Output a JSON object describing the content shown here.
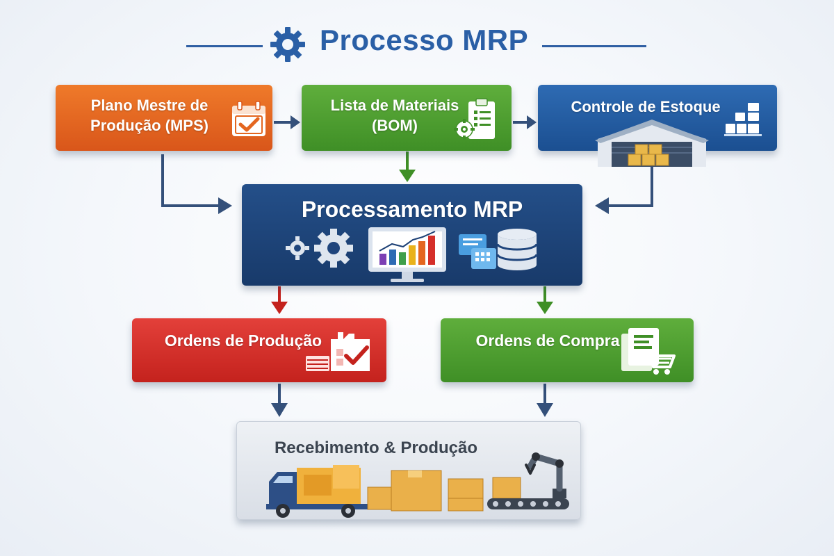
{
  "title": "Processo MRP",
  "nodes": {
    "mps": "Plano Mestre de Produção (MPS)",
    "bom": "Lista de Materiais (BOM)",
    "stock": "Controle de Estoque",
    "processing": "Processamento MRP",
    "production_orders": "Ordens de Produção",
    "purchase_orders": "Ordens de Compra",
    "receiving": "Recebimento & Produção"
  },
  "colors": {
    "title": "#2a5fa6",
    "mps": "#e4661f",
    "bom": "#4f9f32",
    "stock": "#2565ad",
    "processing": "#1f457c",
    "production_orders": "#d52f2a",
    "purchase_orders": "#4f9f32",
    "arrow_navy": "#34507a",
    "arrow_green": "#3f8f26",
    "arrow_red": "#c4221d"
  },
  "icons": {
    "title": "gear-icon",
    "mps": "calendar-check-icon",
    "bom": "clipboard-gear-icon",
    "stock": "warehouse-icon",
    "processing": "gears-monitor-database-icon",
    "production_orders": "factory-check-icon",
    "purchase_orders": "cart-document-icon",
    "receiving": "truck-boxes-robot-arm-icon"
  }
}
